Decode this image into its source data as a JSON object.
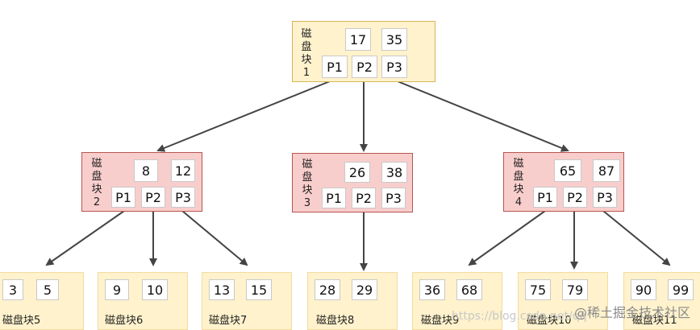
{
  "blocks": {
    "root": {
      "label": "磁盘块1",
      "keys": [
        "17",
        "35"
      ],
      "pointers": [
        "P1",
        "P2",
        "P3"
      ]
    },
    "b2": {
      "label": "磁盘块2",
      "keys": [
        "8",
        "12"
      ],
      "pointers": [
        "P1",
        "P2",
        "P3"
      ]
    },
    "b3": {
      "label": "磁盘块3",
      "keys": [
        "26",
        "38"
      ],
      "pointers": [
        "P1",
        "P2",
        "P3"
      ]
    },
    "b4": {
      "label": "磁盘块4",
      "keys": [
        "65",
        "87"
      ],
      "pointers": [
        "P1",
        "P2",
        "P3"
      ]
    }
  },
  "leaves": [
    {
      "label": "磁盘块5",
      "keys": [
        "3",
        "5"
      ]
    },
    {
      "label": "磁盘块6",
      "keys": [
        "9",
        "10"
      ]
    },
    {
      "label": "磁盘块7",
      "keys": [
        "13",
        "15"
      ]
    },
    {
      "label": "磁盘块8",
      "keys": [
        "28",
        "29"
      ]
    },
    {
      "label": "磁盘块9",
      "keys": [
        "36",
        "68"
      ]
    },
    {
      "label": "磁盘块10",
      "keys": [
        "75",
        "79"
      ]
    },
    {
      "label": "磁盘块11",
      "keys": [
        "90",
        "99"
      ]
    }
  ],
  "watermark": "@稀土掘金技术社区",
  "faint_url": "https://blog.csdn.net/qq",
  "colors": {
    "root_fill": "#fff2cc",
    "internal_fill": "#f8cecc",
    "leaf_fill": "#fff2cc",
    "arrow": "#444444"
  }
}
